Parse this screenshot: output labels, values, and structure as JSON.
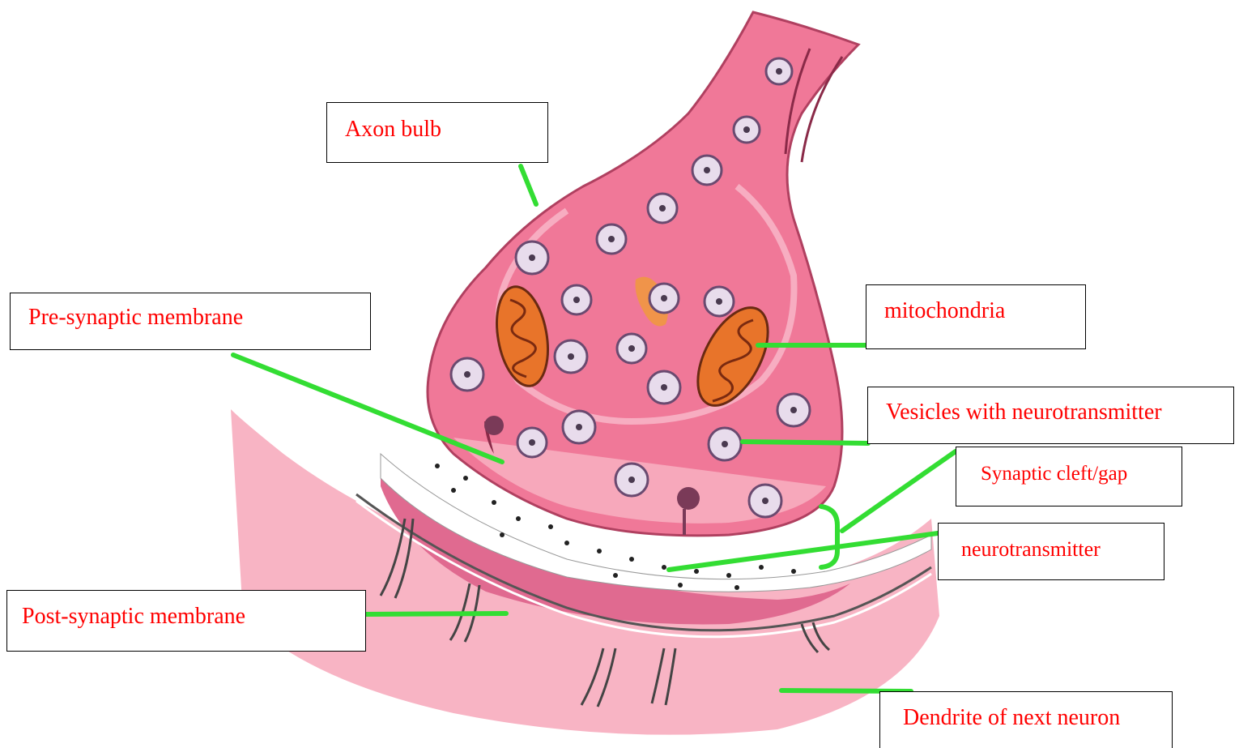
{
  "labels": {
    "axon_bulb": "Axon bulb",
    "mitochondria": "mitochondria",
    "pre_synaptic": "Pre-synaptic membrane",
    "vesicles": "Vesicles with neurotransmitter",
    "synaptic_cleft": "Synaptic cleft/gap",
    "neurotransmitter": "neurotransmitter",
    "post_synaptic": "Post-synaptic membrane",
    "dendrite": "Dendrite of next neuron"
  },
  "colors": {
    "label_text": "#ff0000",
    "leader_line": "#33dd33",
    "neuron_fill": "#f07898",
    "neuron_light": "#f8b8c8",
    "dendrite_fill": "#f8b4c4",
    "post_membrane": "#e06a90",
    "mitochondria": "#e8742a",
    "vesicle": "#e8dcec"
  }
}
